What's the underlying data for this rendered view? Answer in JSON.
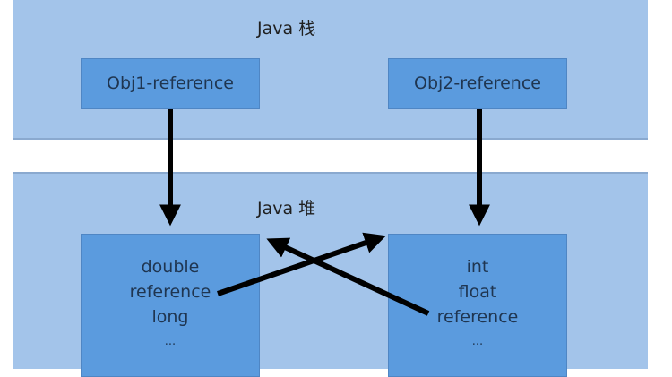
{
  "stack": {
    "title": "Java 栈",
    "refs": [
      {
        "label": "Obj1-reference"
      },
      {
        "label": "Obj2-reference"
      }
    ]
  },
  "heap": {
    "title": "Java 堆",
    "objects": [
      {
        "fields": [
          "double",
          "reference",
          "long",
          "..."
        ]
      },
      {
        "fields": [
          "int",
          "float",
          "reference",
          "..."
        ]
      }
    ]
  },
  "colors": {
    "panel": "#a3c4ea",
    "box": "#5b9bde",
    "arrow": "#000000"
  }
}
